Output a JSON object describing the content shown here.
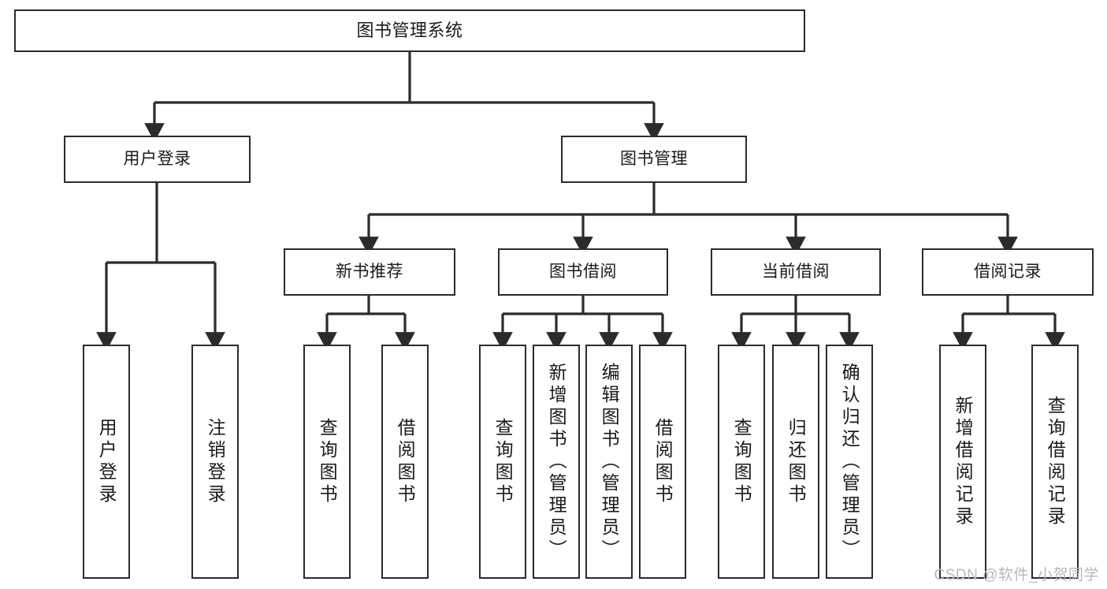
{
  "diagram": {
    "type": "tree-hierarchy",
    "title": "图书管理系统",
    "watermark": "CSDN @软件_小贺同学",
    "colors": {
      "stroke": "#2b2b2b",
      "fill": "#ffffff",
      "text": "#1a1a1a",
      "watermark": "#b9b9b9"
    },
    "nodes": {
      "root": {
        "label": "图书管理系统"
      },
      "level2": [
        {
          "id": "user-login",
          "label": "用户登录"
        },
        {
          "id": "book-manage",
          "label": "图书管理"
        }
      ],
      "level3": [
        {
          "id": "new-book-recommend",
          "label": "新书推荐"
        },
        {
          "id": "book-borrow",
          "label": "图书借阅"
        },
        {
          "id": "current-borrow",
          "label": "当前借阅"
        },
        {
          "id": "borrow-record",
          "label": "借阅记录"
        }
      ],
      "leaves": [
        {
          "id": "leaf-user-login",
          "label": "用户登录",
          "parent": "user-login"
        },
        {
          "id": "leaf-logout-login",
          "label": "注销登录",
          "parent": "user-login"
        },
        {
          "id": "leaf-query-book-1",
          "label": "查询图书",
          "parent": "new-book-recommend"
        },
        {
          "id": "leaf-borrow-book-1",
          "label": "借阅图书",
          "parent": "new-book-recommend"
        },
        {
          "id": "leaf-query-book-2",
          "label": "查询图书",
          "parent": "book-borrow"
        },
        {
          "id": "leaf-add-book",
          "label": "新增图书（管理员）",
          "parent": "book-borrow"
        },
        {
          "id": "leaf-edit-book",
          "label": "编辑图书（管理员）",
          "parent": "book-borrow"
        },
        {
          "id": "leaf-borrow-book-2",
          "label": "借阅图书",
          "parent": "book-borrow"
        },
        {
          "id": "leaf-query-book-3",
          "label": "查询图书",
          "parent": "current-borrow"
        },
        {
          "id": "leaf-return-book",
          "label": "归还图书",
          "parent": "current-borrow"
        },
        {
          "id": "leaf-confirm-return",
          "label": "确认归还（管理员）",
          "parent": "current-borrow"
        },
        {
          "id": "leaf-add-record",
          "label": "新增借阅记录",
          "parent": "borrow-record"
        },
        {
          "id": "leaf-query-record",
          "label": "查询借阅记录",
          "parent": "borrow-record"
        }
      ]
    }
  }
}
